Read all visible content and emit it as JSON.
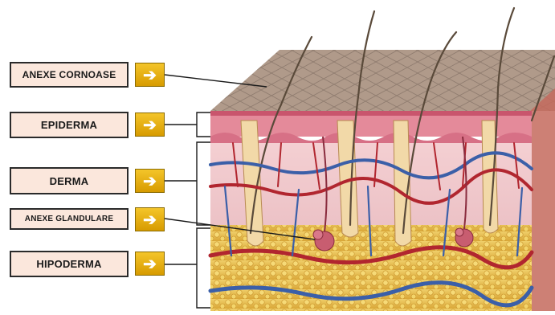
{
  "labels": [
    {
      "id": "anexe-cornoase",
      "text": "ANEXE CORNOASE"
    },
    {
      "id": "epiderma",
      "text": "EPIDERMA"
    },
    {
      "id": "derma",
      "text": "DERMA"
    },
    {
      "id": "anexe-glandulare",
      "text": "ANEXE GLANDULARE"
    },
    {
      "id": "hipoderma",
      "text": "HIPODERMA"
    }
  ],
  "arrow_icon": "arrow-right-icon",
  "colors": {
    "label_bg": "#fbe7dc",
    "button": "#e6ad0e",
    "epidermis": "#e48a9a",
    "dermis": "#f2c8cc",
    "hypodermis_fat": "#e8c24a",
    "surface": "#a89484"
  }
}
